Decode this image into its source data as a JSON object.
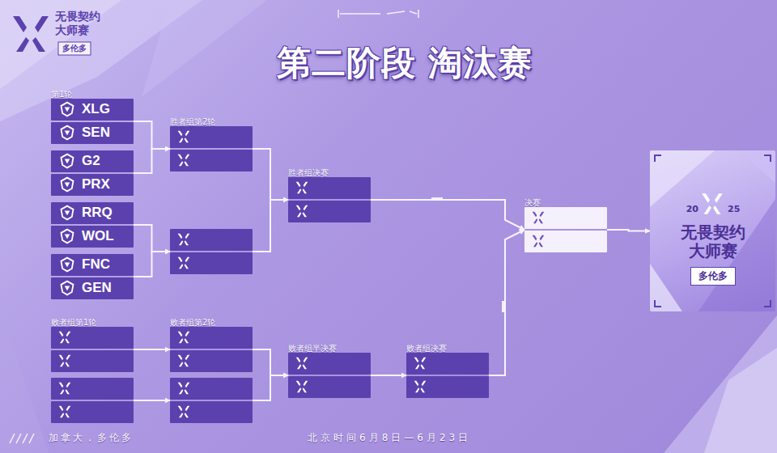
{
  "diagram": {
    "title": "第二阶段 淘汰赛",
    "nodes": [
      {
        "text": [
          "第1轮"
        ]
      },
      {
        "text": [
          "XLG"
        ],
        "in": 0
      },
      {
        "text": [
          "SEN"
        ],
        "in": 0
      },
      {
        "text": []
      },
      {
        "text": [
          "G2"
        ],
        "in": 3
      },
      {
        "text": [
          "PRX"
        ],
        "in": 3
      },
      {
        "text": []
      },
      {
        "text": [
          "RRQ"
        ],
        "in": 6
      },
      {
        "text": [
          "WOL"
        ],
        "in": 6
      },
      {
        "text": []
      },
      {
        "text": [
          "FNC"
        ],
        "in": 9
      },
      {
        "text": [
          "GEN"
        ],
        "in": 9
      },
      {
        "text": [
          "胜者组第2轮"
        ]
      },
      {
        "text": []
      },
      {
        "text": [
          "胜者组决赛"
        ]
      },
      {
        "text": [
          "决赛"
        ]
      },
      {
        "text": [
          "20",
          "25",
          "无畏契约 大师赛",
          "多伦多"
        ]
      },
      {
        "text": [
          "败者组第1轮"
        ]
      },
      {
        "text": []
      },
      {
        "text": [
          "败者组第2轮"
        ]
      },
      {
        "text": []
      },
      {
        "text": [
          "败者组半决赛"
        ]
      },
      {
        "text": [
          "败者组决赛"
        ]
      }
    ],
    "edges": [
      {
        "from": 0,
        "to": 12,
        "arrow": "to"
      },
      {
        "from": 3,
        "to": 12,
        "arrow": "to"
      },
      {
        "from": 6,
        "to": 13,
        "arrow": "to"
      },
      {
        "from": 9,
        "to": 13,
        "arrow": "to"
      },
      {
        "from": 12,
        "to": 14,
        "arrow": "to"
      },
      {
        "from": 13,
        "to": 14,
        "arrow": "to"
      },
      {
        "from": 14,
        "to": 15,
        "arrow": "to"
      },
      {
        "from": 17,
        "to": 19,
        "arrow": "to"
      },
      {
        "from": 18,
        "to": 20,
        "arrow": "to"
      },
      {
        "from": 19,
        "to": 21,
        "arrow": "to"
      },
      {
        "from": 20,
        "to": 21,
        "arrow": "to"
      },
      {
        "from": 21,
        "to": 22,
        "arrow": "to"
      },
      {
        "from": 22,
        "to": 15,
        "arrow": "to"
      },
      {
        "from": 15,
        "to": 16,
        "arrow": "to"
      }
    ],
    "labels": [
      "无畏契约 大师赛",
      "多伦多",
      "加拿大，多伦多",
      "北京时间6月8日—6月23日"
    ]
  }
}
